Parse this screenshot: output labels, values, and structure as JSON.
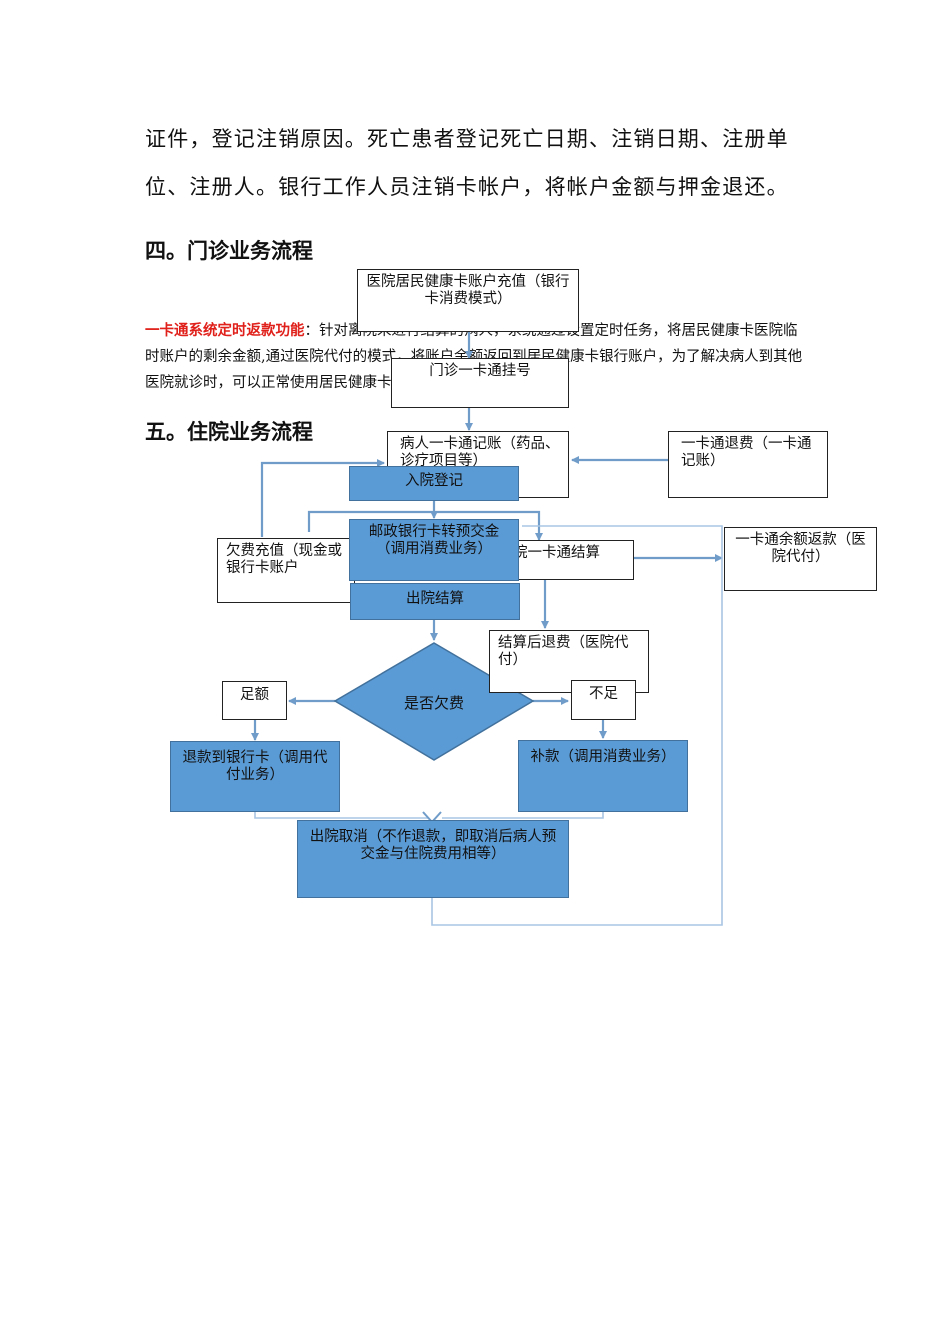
{
  "paragraph": {
    "line1": "证件，登记注销原因。死亡患者登记死亡日期、注销日期、注册单",
    "line2": "位、注册人。银行工作人员注销卡帐户，将帐户金额与押金退还。"
  },
  "section4": {
    "title": "四。门诊业务流程"
  },
  "note": {
    "red_label": "一卡通系统定时返款功能",
    "text": "：针对离院未进行结算的病人，系统通过设置定时任务，将居民健康卡医院临时账户的剩余金额,通过医院代付的模式，将账户余额返回到居民健康卡银行账户，为了解决病人到其他医院就诊时，可以正常使用居民健康卡银行账户金额。"
  },
  "section5": {
    "title": "五。住院业务流程"
  },
  "flow": {
    "recharge": "医院居民健康卡账户充值（银行卡消费模式）",
    "register": "门诊一卡通挂号",
    "record": "病人一卡通记账（药品、诊疗项目等）",
    "refund_card": "一卡通退费（一卡通记账）",
    "admission": "入院登记",
    "arrears_topup": "欠费充值（现金或银行卡账户",
    "postal_prepay": "邮政银行卡转预交金（调用消费业务）",
    "settle_card": "院一卡通结算",
    "balance_return": "一卡通余额返款（医院代付）",
    "discharge_settle": "出院结算",
    "post_refund": "结算后退费（医院代付）",
    "decision": "是否欠费",
    "enough": "足额",
    "short": "不足",
    "refund_bank": "退款到银行卡（调用代付业务）",
    "supplement": "补款（调用消费业务）",
    "discharge_cancel": "出院取消（不作退款，即取消后病人预交金与住院费用相等）"
  },
  "colors": {
    "accent_blue": "#5b9bd5",
    "line_blue": "#6f9cc9",
    "red_label": "#e0201a"
  }
}
